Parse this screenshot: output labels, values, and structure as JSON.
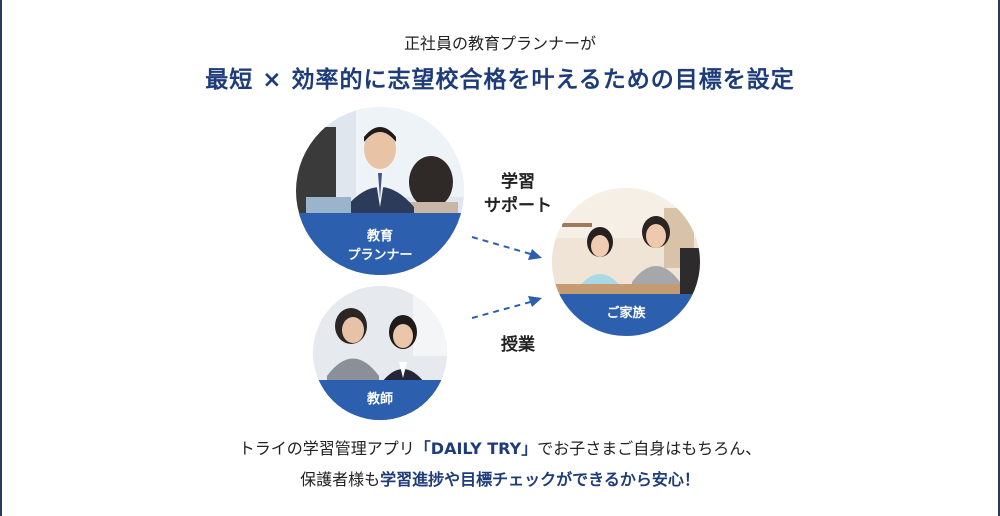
{
  "header": {
    "subtitle": "正社員の教育プランナーが",
    "headline": "最短 × 効率的に志望校合格を叶えるための目標を設定"
  },
  "roles": {
    "planner_line1": "教育",
    "planner_line2": "プランナー",
    "teacher": "教師",
    "family": "ご家族"
  },
  "flows": {
    "support_line1": "学習",
    "support_line2": "サポート",
    "lesson": "授業"
  },
  "footer": {
    "line1_pre": "トライの学習管理アプリ",
    "line1_app": "「DAILY TRY」",
    "line1_post": "でお子さまご自身はもちろん、",
    "line2_pre": "保護者様も",
    "line2_highlight": "学習進捗や目標チェックができるから安心！"
  },
  "colors": {
    "accent": "#2c5fae",
    "headline": "#1e3c7a"
  }
}
